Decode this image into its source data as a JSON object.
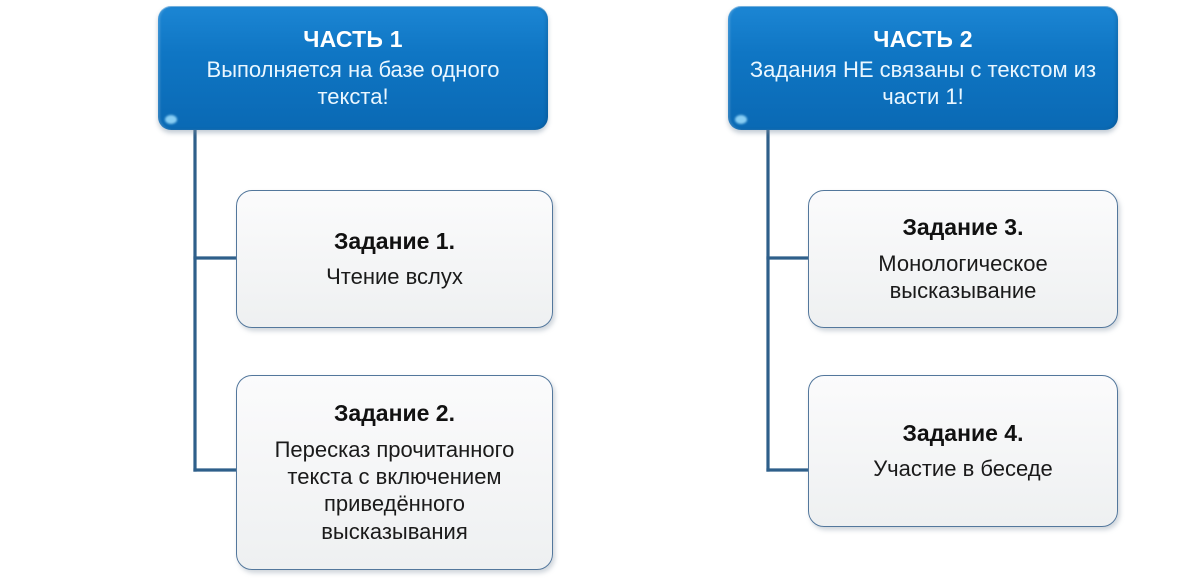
{
  "diagram": {
    "accent_color": "#0f76c4",
    "box_border_color": "#53779c",
    "connector_color": "#2e5f8a",
    "background_color": "#ffffff",
    "branches": [
      {
        "id": "part-1",
        "header": {
          "title": "ЧАСТЬ 1",
          "subtitle": "Выполняется на базе одного текста!"
        },
        "tasks": [
          {
            "id": "task-1",
            "title": "Задание 1.",
            "description": "Чтение вслух"
          },
          {
            "id": "task-2",
            "title": "Задание 2.",
            "description": "Пересказ прочитанного текста с включением приведённого высказывания"
          }
        ]
      },
      {
        "id": "part-2",
        "header": {
          "title": "ЧАСТЬ 2",
          "subtitle": "Задания НЕ связаны с текстом из части 1!"
        },
        "tasks": [
          {
            "id": "task-3",
            "title": "Задание 3.",
            "description": "Монологическое высказывание"
          },
          {
            "id": "task-4",
            "title": "Задание 4.",
            "description": "Участие в беседе"
          }
        ]
      }
    ]
  }
}
